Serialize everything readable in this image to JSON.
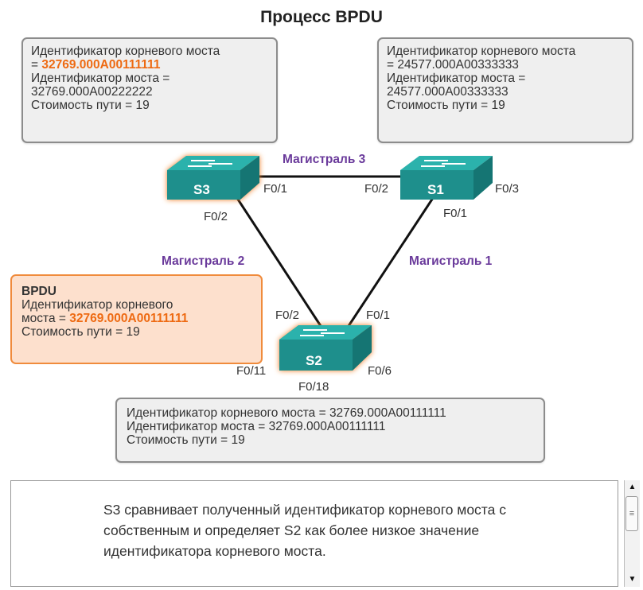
{
  "title": "Процесс BPDU",
  "boxes": {
    "s3": {
      "line1": "Идентификатор корневого моста",
      "line2_prefix": "= ",
      "line2_value": "32769.000A00111111",
      "line3": "Идентификатор моста =",
      "line4": "32769.000A00222222",
      "line5": "Стоимость пути = 19"
    },
    "s1": {
      "line1": "Идентификатор корневого моста",
      "line2": "= 24577.000A00333333",
      "line3": "Идентификатор моста =",
      "line4": "24577.000A00333333",
      "line5": "Стоимость пути = 19"
    },
    "s2": {
      "line1": "Идентификатор корневого моста = 32769.000A00111111",
      "line2": "Идентификатор моста = 32769.000A00111111",
      "line3": "Стоимость пути = 19"
    }
  },
  "bpdu": {
    "title": "BPDU",
    "line1": "Идентификатор корневого",
    "line2_prefix": "моста = ",
    "line2_value": "32769.000A00111111",
    "line3": "Стоимость пути = 19"
  },
  "switches": {
    "s3": "S3",
    "s1": "S1",
    "s2": "S2"
  },
  "ports": {
    "s3_f01": "F0/1",
    "s3_f02": "F0/2",
    "s1_f02": "F0/2",
    "s1_f03": "F0/3",
    "s1_f01": "F0/1",
    "s2_f02": "F0/2",
    "s2_f01": "F0/1",
    "s2_f011": "F0/11",
    "s2_f06": "F0/6",
    "s2_f018": "F0/18"
  },
  "trunks": {
    "t1": "Магистраль 1",
    "t2": "Магистраль 2",
    "t3": "Магистраль 3"
  },
  "caption": {
    "line1": "S3 сравнивает полученный идентификатор корневого моста с",
    "line2": "собственным и определяет S2 как более низкое значение",
    "line3": "идентификатора корневого моста."
  },
  "colors": {
    "switch": "#1e8f8c",
    "highlight_glow": "#f07a24",
    "trunk_label": "#6a3a9b",
    "accent": "#ee6a12"
  },
  "icons": {
    "scroll_up": "▲",
    "scroll_down": "▼",
    "scroll_thumb": "≡"
  }
}
